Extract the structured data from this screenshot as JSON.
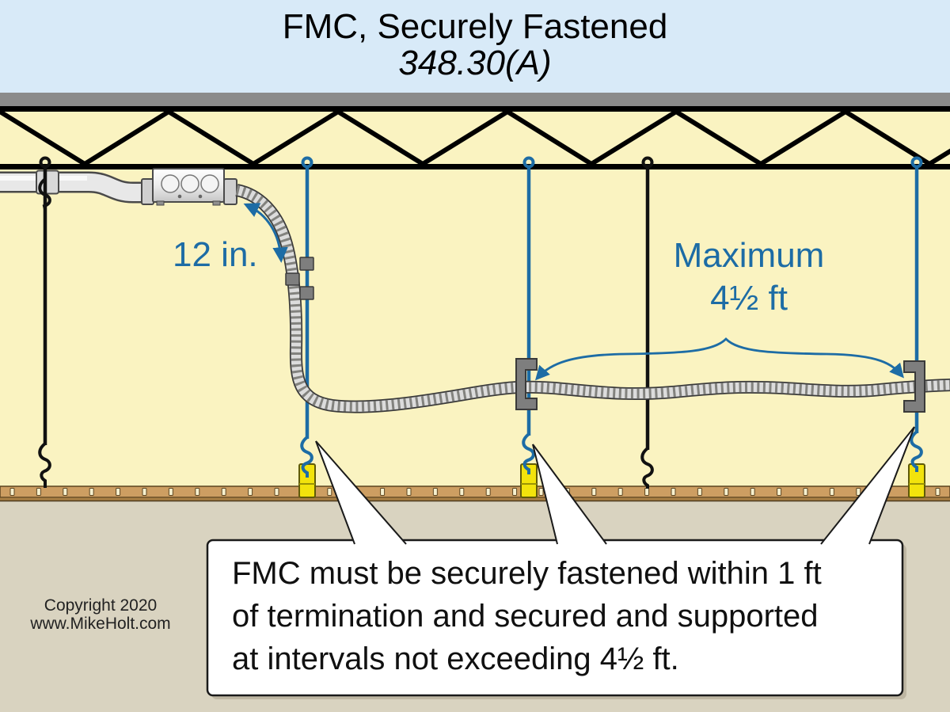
{
  "title": {
    "line1": "FMC, Securely Fastened",
    "line2": "348.30(A)"
  },
  "labels": {
    "termination_distance": "12 in.",
    "support_interval_line1": "Maximum",
    "support_interval_line2": "4½ ft"
  },
  "callout": {
    "lines": [
      "FMC must be securely fastened within 1 ft",
      "of termination and secured and supported",
      "at intervals not exceeding 4½ ft."
    ]
  },
  "footer": {
    "line1": "Copyright 2020",
    "line2": "www.MikeHolt.com"
  },
  "colors": {
    "title_bg": "#D8EAF8",
    "slab": "#8B8B8B",
    "wall": "#FAF3C1",
    "lower_bg": "#D9D3C0",
    "rail": "#CD9E62",
    "rail_slot": "#F7F1CF",
    "rail_edge": "#A87F44",
    "rail_line": "#4C3A1C",
    "blue": "#1D6CA5",
    "wire_black": "#111111",
    "clamp": "#7E7E7E",
    "clip_yellow": "#F2E30C",
    "fmc_light": "#DCDCDC",
    "fmc_rib": "#82827E",
    "fmc_dark": "#3A3A3A",
    "box_outline": "#4A4A4A",
    "outline": "#4A4A4A",
    "callout_border": "#1A1A1A"
  }
}
